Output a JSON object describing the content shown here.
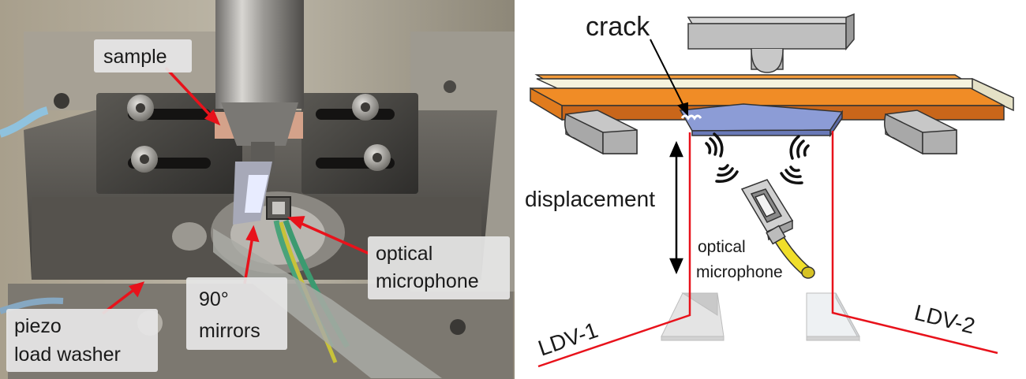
{
  "photo_panel": {
    "labels": {
      "sample": "sample",
      "optical_microphone_line1": "optical",
      "optical_microphone_line2": "microphone",
      "mirrors_line1": "90°",
      "mirrors_line2": "mirrors",
      "piezo_line1": "piezo",
      "piezo_line2": "load washer"
    },
    "colors": {
      "arrow": "#e8121b",
      "label_box": "#e6e6e6"
    }
  },
  "diagram_panel": {
    "labels": {
      "crack": "crack",
      "displacement": "displacement",
      "optical_microphone_line1": "optical",
      "optical_microphone_line2": "microphone",
      "ldv1": "LDV-1",
      "ldv2": "LDV-2"
    },
    "colors": {
      "laser": "#e8121b",
      "beam_orange": "#e07b1d",
      "beam_cream": "#f5f2dc",
      "sample_blue": "#8191c9",
      "support_gray": "#b9b9b9",
      "cable_yellow": "#f0de2a"
    }
  }
}
